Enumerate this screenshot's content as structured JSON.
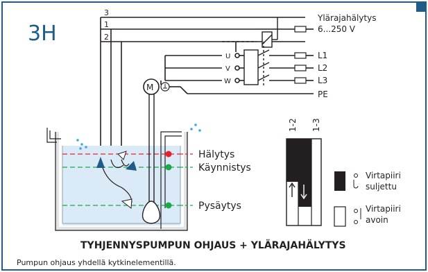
{
  "figure": {
    "code": "3H",
    "wire_numbers": [
      "3",
      "1",
      "2"
    ],
    "outputs": {
      "alarm": "Ylärajahälytys",
      "voltage": "6...250 V",
      "phase1": "L1",
      "phase2": "L2",
      "phase3": "L3",
      "earth": "PE"
    },
    "motor": {
      "terminal_u": "U",
      "terminal_v": "V",
      "terminal_w": "W",
      "motor_symbol": "M"
    },
    "levels": {
      "alarm": "Hälytys",
      "start": "Käynnistys",
      "stop": "Pysäytys"
    },
    "switch": {
      "terminal_a": "1-2",
      "terminal_b": "1-3"
    },
    "legend": {
      "closed_line1": "Virtapiiri",
      "closed_line2": "suljettu",
      "open_line1": "Virtapiiri",
      "open_line2": "avoin"
    },
    "title": "TYHJENNYSPUMPUN OHJAUS + YLÄRAJAHÄLYTYS",
    "subtitle": "Pumpun ohjaus yhdellä kytkinelementillä."
  },
  "colors": {
    "frame": "#1f5c86",
    "water": "#dbeaf7",
    "alarm_line": "#e8202a",
    "level_line": "#19a84a",
    "float": "#1f5c86",
    "drops": "#3fa9e0"
  }
}
